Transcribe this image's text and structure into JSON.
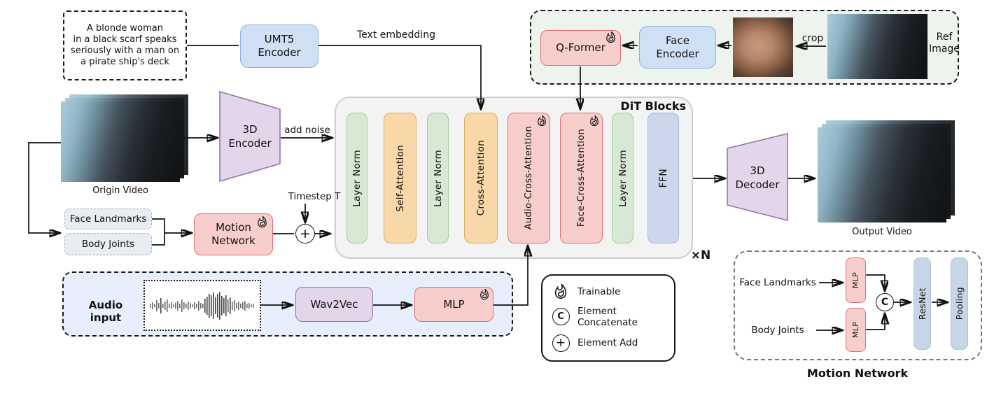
{
  "diagram": {
    "prompt_box": {
      "text": "A blonde woman\nin a black scarf speaks\nseriously with a man on\na pirate ship's deck"
    },
    "text_encoder": {
      "label": "UMT5\nEncoder"
    },
    "labels": {
      "text_embedding": "Text embedding",
      "add_noise": "add noise",
      "timestep": "Timestep T",
      "crop": "crop",
      "ref_image": "Ref\nImage",
      "origin_video": "Origin Video",
      "output_video": "Output Video",
      "audio_input": "Audio input",
      "dit_repeat": "×N"
    },
    "ref_branch": {
      "qformer": "Q-Former",
      "face_encoder": "Face\nEncoder"
    },
    "blocks": {
      "encoder3d": "3D\nEncoder",
      "decoder3d": "3D\nDecoder",
      "motion_network": "Motion\nNetwork",
      "face_landmarks": "Face Landmarks",
      "body_joints": "Body Joints",
      "wav2vec": "Wav2Vec",
      "mlp": "MLP"
    },
    "dit": {
      "title": "DiT Blocks",
      "blocks": [
        {
          "label": "Layer Norm",
          "trainable": false
        },
        {
          "label": "Self-Attention",
          "trainable": false
        },
        {
          "label": "Layer Norm",
          "trainable": false
        },
        {
          "label": "Cross-Attention",
          "trainable": false
        },
        {
          "label": "Audio-Cross-Attention",
          "trainable": true
        },
        {
          "label": "Face-Cross-Attention",
          "trainable": true
        },
        {
          "label": "Layer Norm",
          "trainable": false
        },
        {
          "label": "FFN",
          "trainable": false
        }
      ]
    },
    "legend": {
      "trainable": "Trainable",
      "concatenate": "Element Concatenate",
      "add": "Element Add"
    },
    "symbols": {
      "concat": "C",
      "add": "+"
    },
    "motion_detail": {
      "title": "Motion Network",
      "face_landmarks": "Face Landmarks",
      "body_joints": "Body Joints",
      "mlp": "MLP",
      "resnet": "ResNet",
      "pooling": "Pooling"
    },
    "colors": {
      "trainable_fill": "#f8cecc",
      "trainable_border": "#db7070",
      "attention_fill": "#f8d8a8",
      "attention_border": "#dfae62",
      "norm_fill": "#d7e9d3",
      "norm_border": "#a6cc9d",
      "ffn_fill": "#ccd7eb",
      "ffn_border": "#a2b8d8",
      "blue_fill": "#cfdff4",
      "blue_border": "#8db0dd",
      "purple_fill": "#e3d6ea",
      "purple_border": "#9673a6",
      "panel_green": "#edf4ee",
      "panel_blue": "#e8effc",
      "dit_fill": "#f3f3f4",
      "flame": "#fd5c1e",
      "gray_fill": "#e9edf2",
      "gray_border": "#9fb6c9",
      "resnet_fill": "#c7d5e8"
    }
  }
}
